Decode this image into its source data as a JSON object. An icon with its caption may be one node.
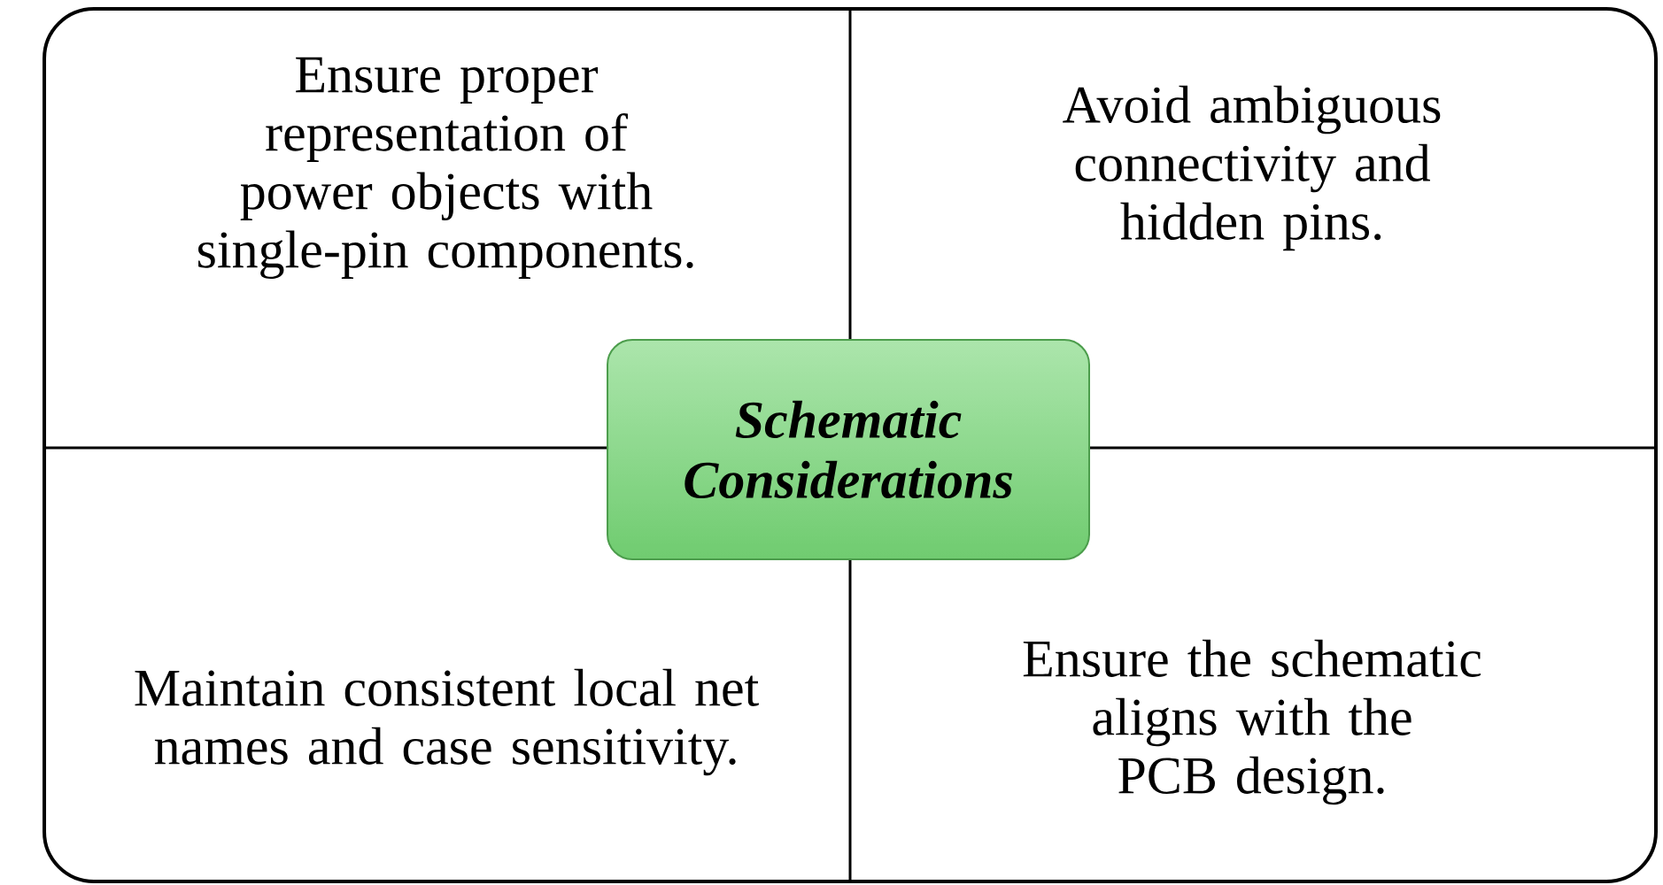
{
  "diagram": {
    "nodes": [
      {
        "text": [
          "Ensure proper representation of power objects with single-pin components."
        ]
      },
      {
        "text": [
          "Avoid ambiguous connectivity and hidden pins."
        ]
      },
      {
        "text": [
          "Maintain consistent local net names and case sensitivity."
        ]
      },
      {
        "text": [
          "Ensure the schematic aligns with the PCB design."
        ]
      },
      {
        "text": [
          "Schematic Considerations"
        ]
      }
    ]
  }
}
